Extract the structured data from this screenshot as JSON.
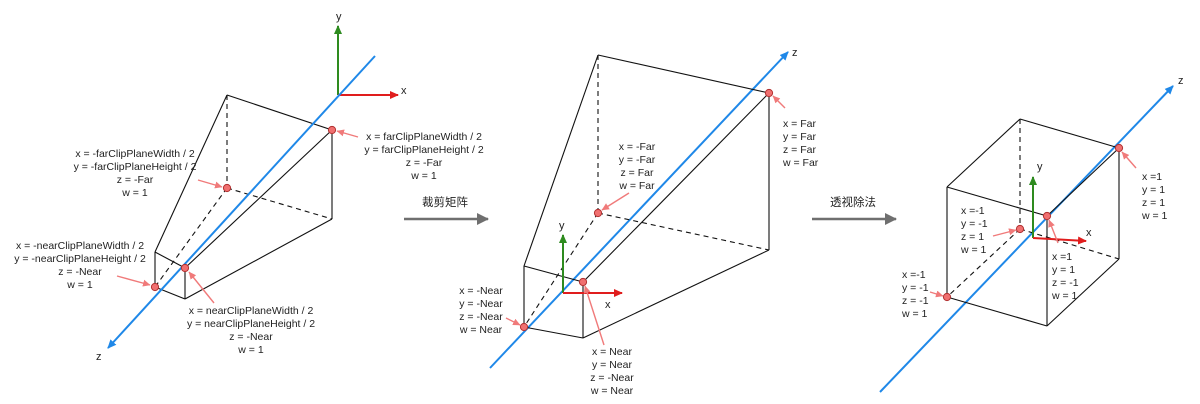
{
  "colors": {
    "z_axis": "#1f88e8",
    "x_axis": "#e01d1d",
    "y_axis": "#2e8b1f",
    "points": "#f07070",
    "pointer": "#f07a7a",
    "operation_arrow": "#6f6f6f"
  },
  "axes": {
    "x": "x",
    "y": "y",
    "z": "z"
  },
  "operations": {
    "clip": "裁剪矩阵",
    "divide": "透视除法"
  },
  "frustum": {
    "far_left": [
      "x = -farClipPlaneWidth / 2",
      "y = -farClipPlaneHeight / 2",
      "z = -Far",
      "w = 1"
    ],
    "far_right": [
      "x = farClipPlaneWidth / 2",
      "y = farClipPlaneHeight / 2",
      "z = -Far",
      "w = 1"
    ],
    "near_left": [
      "x = -nearClipPlaneWidth / 2",
      "y = -nearClipPlaneHeight / 2",
      "z = -Near",
      "w = 1"
    ],
    "near_right": [
      "x = nearClipPlaneWidth / 2",
      "y = nearClipPlaneHeight / 2",
      "z = -Near",
      "w = 1"
    ]
  },
  "clip_space": {
    "far_left": [
      "x = -Far",
      "y = -Far",
      "z = Far",
      "w = Far"
    ],
    "far_right": [
      "x = Far",
      "y = Far",
      "z = Far",
      "w = Far"
    ],
    "near_left": [
      "x = -Near",
      "y = -Near",
      "z = -Near",
      "w = Near"
    ],
    "near_right": [
      "x = Near",
      "y = Near",
      "z = -Near",
      "w = Near"
    ]
  },
  "ndc": {
    "far_left": [
      "x =-1",
      "y = -1",
      "z = 1",
      "w = 1"
    ],
    "far_right": [
      "x =1",
      "y = 1",
      "z = 1",
      "w = 1"
    ],
    "near_left": [
      "x =-1",
      "y = -1",
      "z = -1",
      "w = 1"
    ],
    "near_right": [
      "x =1",
      "y = 1",
      "z = -1",
      "w = 1"
    ]
  }
}
